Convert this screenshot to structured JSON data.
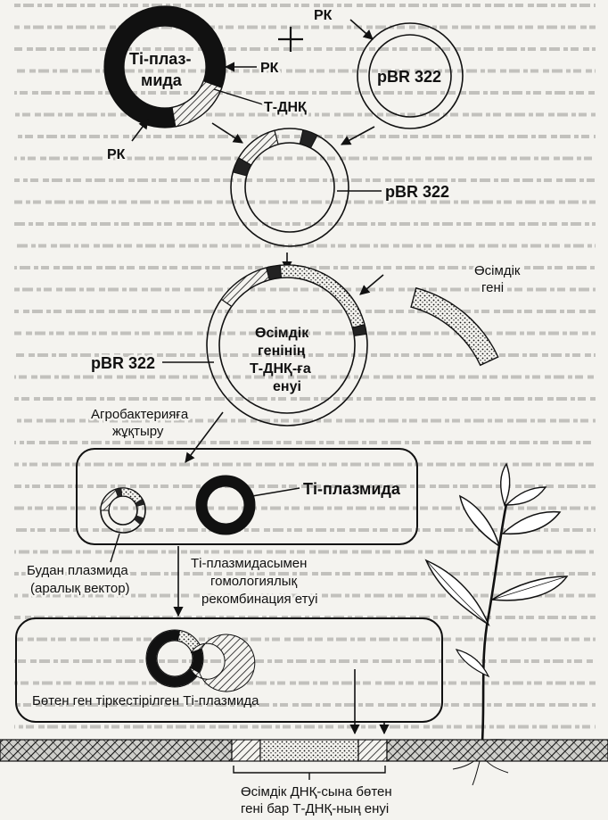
{
  "labels": {
    "rk_top": "РК",
    "ti_plasmid_l1": "Ті-плаз-",
    "ti_plasmid_l2": "мида",
    "rk_right": "РК",
    "t_dnk": "Т-ДНҚ",
    "rk_left": "РК",
    "pbr322_top": "pBR 322",
    "pbr322_mid": "pBR 322",
    "plant_gene_l1": "Өсімдік",
    "plant_gene_l2": "гені",
    "insert_l1": "Өсімдік",
    "insert_l2": "генінің",
    "insert_l3": "Т-ДНҚ-ға",
    "insert_l4": "енуі",
    "pbr322_big": "pBR 322",
    "agro_l1": "Агробактерияға",
    "agro_l2": "жұқтыру",
    "ti_plasmid_box": "Ті-плазмида",
    "hybrid_l1": "Будан плазмида",
    "hybrid_l2": "(аралық вектор)",
    "recomb_l1": "Ті-плазмидасымен",
    "recomb_l2": "гомологиялық",
    "recomb_l3": "рекомбинация етуі",
    "foreign_box": "Бөтен ген тіркестірілген Ті-плазмида",
    "bottom_l1": "Өсімдік ДНҚ-сына бөтен",
    "bottom_l2": "гені бар Т-ДНҚ-ның енуі"
  },
  "colors": {
    "ink": "#1a1a1a",
    "paper": "#f4f3ef",
    "dark_segment": "#222222",
    "background_text": "#9a9a96"
  },
  "icons": {
    "plus": "plus-icon",
    "plant": "plant-icon"
  }
}
